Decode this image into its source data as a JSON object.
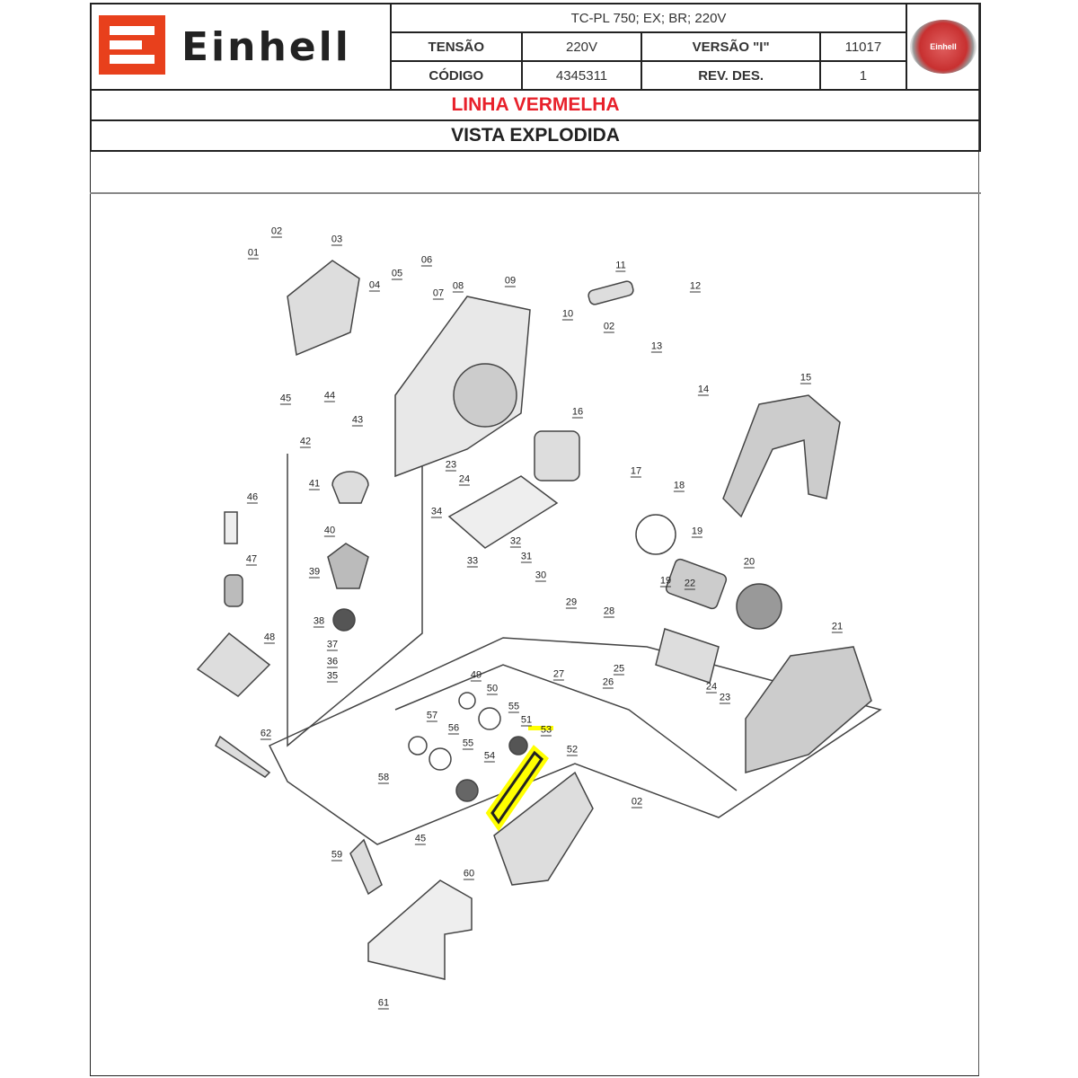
{
  "header": {
    "brand": "Einhell",
    "model": "TC-PL 750; EX; BR; 220V",
    "tensao_label": "TENSÃO",
    "tensao_value": "220V",
    "versao_label": "VERSÃO \"I\"",
    "versao_value": "11017",
    "codigo_label": "CÓDIGO",
    "codigo_value": "4345311",
    "rev_label": "REV. DES.",
    "rev_value": "1",
    "seal_text": "Einhell"
  },
  "line_title": "LINHA VERMELHA",
  "view_title": "VISTA EXPLODIDA",
  "colors": {
    "red_title": "#e8212b",
    "logo": "#e8401c",
    "highlight": "#ffff00"
  },
  "diagram": {
    "highlighted_part": "53",
    "part_labels": [
      "01",
      "02",
      "03",
      "04",
      "05",
      "06",
      "07",
      "08",
      "09",
      "10",
      "02",
      "11",
      "12",
      "13",
      "14",
      "15",
      "16",
      "17",
      "18",
      "19",
      "19",
      "20",
      "21",
      "22",
      "23",
      "24",
      "34",
      "32",
      "31",
      "30",
      "33",
      "29",
      "28",
      "25",
      "27",
      "26",
      "24",
      "23",
      "45",
      "44",
      "43",
      "42",
      "41",
      "46",
      "40",
      "39",
      "47",
      "38",
      "37",
      "36",
      "35",
      "48",
      "49",
      "50",
      "55",
      "57",
      "56",
      "55",
      "51",
      "53",
      "54",
      "52",
      "02",
      "62",
      "58",
      "45",
      "59",
      "60",
      "61"
    ]
  }
}
